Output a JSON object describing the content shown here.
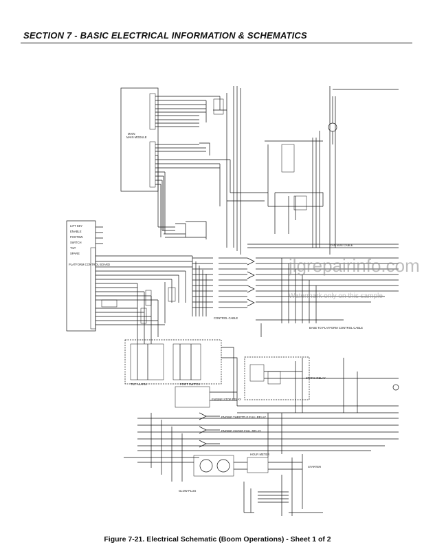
{
  "page": {
    "section_title": "SECTION 7 - BASIC ELECTRICAL INFORMATION & SCHEMATICS",
    "figure_caption": "Figure 7-21.  Electrical Schematic (Boom Operations) - Sheet 1 of 2"
  },
  "watermark": {
    "main": "jlgrepairinfo.com",
    "sub": "Watermark only on this sample"
  },
  "schematic": {
    "main_module": "MAIN MODULE",
    "platform_control_board": "PLATFORM CONTROL BOARD",
    "platform_switches": [
      "LIFT KEY",
      "ENABLE",
      "FOOTSW.",
      "SWITCH",
      "TILT",
      "SPARE"
    ],
    "relays": [
      "ENGINE STOP RELAY",
      "ENGINE THROTTLE FULL RELAY",
      "ENGINE CHOKE FULL RELAY",
      "STATIC RELAY"
    ],
    "cables": [
      "CONTROL CABLE",
      "CAN BUS CABLE",
      "BASE TO PLATFORM CONTROL CABLE"
    ],
    "components": [
      "GLOW PLUG",
      "STARTER",
      "TILT ALARM",
      "FOOT SWITCH",
      "HOUR METER"
    ],
    "colors": {
      "line": "#111111",
      "watermark": "#8a8a8a"
    }
  }
}
